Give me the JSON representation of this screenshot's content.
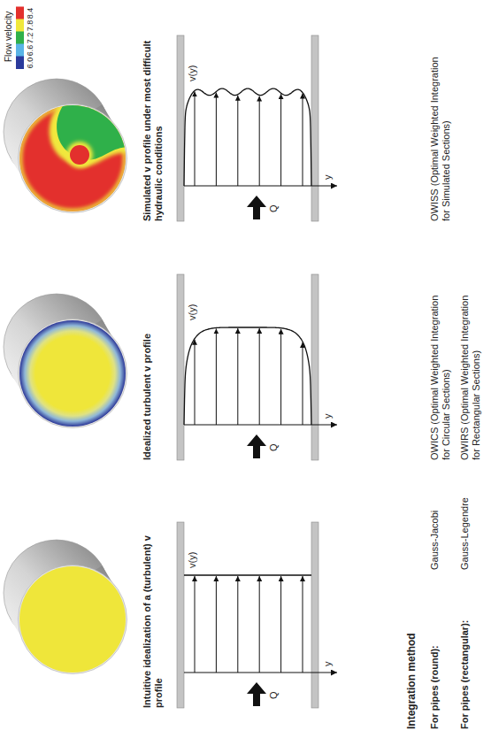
{
  "diagram": {
    "labels": [
      "Intuitive idealization of a (turbulent) v profile",
      "Idealized turbulent v profile",
      "Simulated v profile under most difficult hydraulic conditions",
      "v(y)",
      "v(y)",
      "v(y)",
      "Q",
      "Q",
      "Q",
      "y",
      "y",
      "y",
      "Integration method",
      "For pipes (round):",
      "Gauss-Jacobi",
      "For pipes (rectangular):",
      "Gauss-Legendre",
      "OWICS (Optimal Weighted Integration for Circular Sections)",
      "OWIRS (Optimal Weighted Integration for Rectangular Sections)",
      "OWISS (Optimal Weighted Integration for Simulated Sections)",
      "Flow velocity"
    ],
    "legend": [
      {
        "text": "8.4",
        "color": "#e3302d"
      },
      {
        "text": "7.8",
        "color": "#f0e83c"
      },
      {
        "text": "7.2",
        "color": "#2fb04a"
      },
      {
        "text": "6.6",
        "color": "#5ab4e6"
      },
      {
        "text": "6.0",
        "color": "#2b3a9c"
      }
    ]
  }
}
